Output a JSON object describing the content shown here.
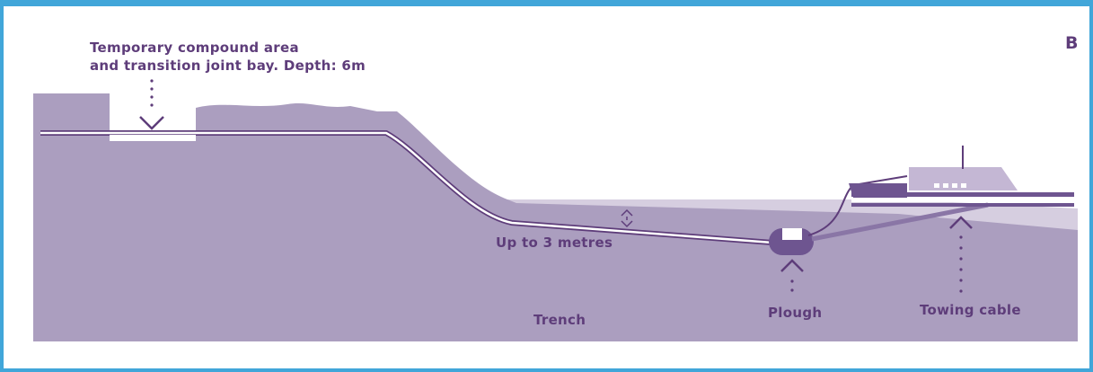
{
  "panel_letter": "B",
  "labels": {
    "compound_line1": "Temporary compound area",
    "compound_line2": "and transition joint bay. Depth: 6m",
    "depth": "Up to 3 metres",
    "trench": "Trench",
    "plough": "Plough",
    "towing_cable": "Towing cable"
  },
  "colors": {
    "border": "#41a6d9",
    "ground": "#ab9ebf",
    "water": "#d6cee0",
    "dark_purple": "#5e3d7a",
    "vessel": "#c4b7d4",
    "vessel_dark": "#6e5590"
  }
}
